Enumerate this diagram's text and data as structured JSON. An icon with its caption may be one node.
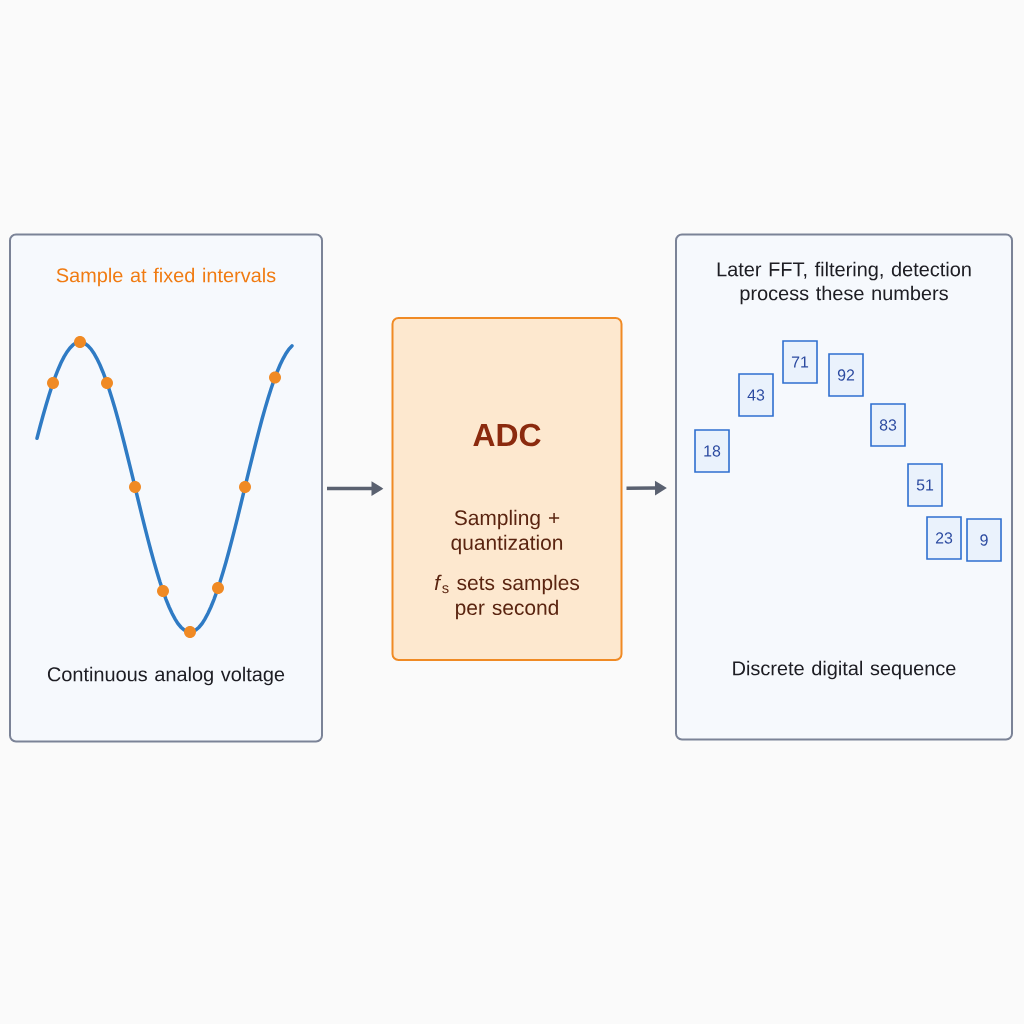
{
  "diagram": {
    "nodes": [
      {
        "text": [
          "Sample at fixed intervals",
          "Continuous analog voltage"
        ]
      },
      {
        "text": [
          "ADC",
          "Sampling + quantization",
          "*f*$_{s}$ sets samples per second"
        ]
      },
      {
        "text": [
          "Later FFT, filtering, detection process these numbers",
          "Discrete digital sequence"
        ]
      },
      {
        "text": [
          "18"
        ],
        "in": 2
      },
      {
        "text": [
          "43"
        ],
        "in": 2
      },
      {
        "text": [
          "71"
        ],
        "in": 2
      },
      {
        "text": [
          "92"
        ],
        "in": 2
      },
      {
        "text": [
          "83"
        ],
        "in": 2
      },
      {
        "text": [
          "51"
        ],
        "in": 2
      },
      {
        "text": [
          "23"
        ],
        "in": 2
      },
      {
        "text": [
          "9"
        ],
        "in": 2
      }
    ],
    "edges": [
      {
        "from": 0,
        "to": 1,
        "arrow": "to"
      },
      {
        "from": 1,
        "to": 2,
        "arrow": "to"
      }
    ]
  }
}
